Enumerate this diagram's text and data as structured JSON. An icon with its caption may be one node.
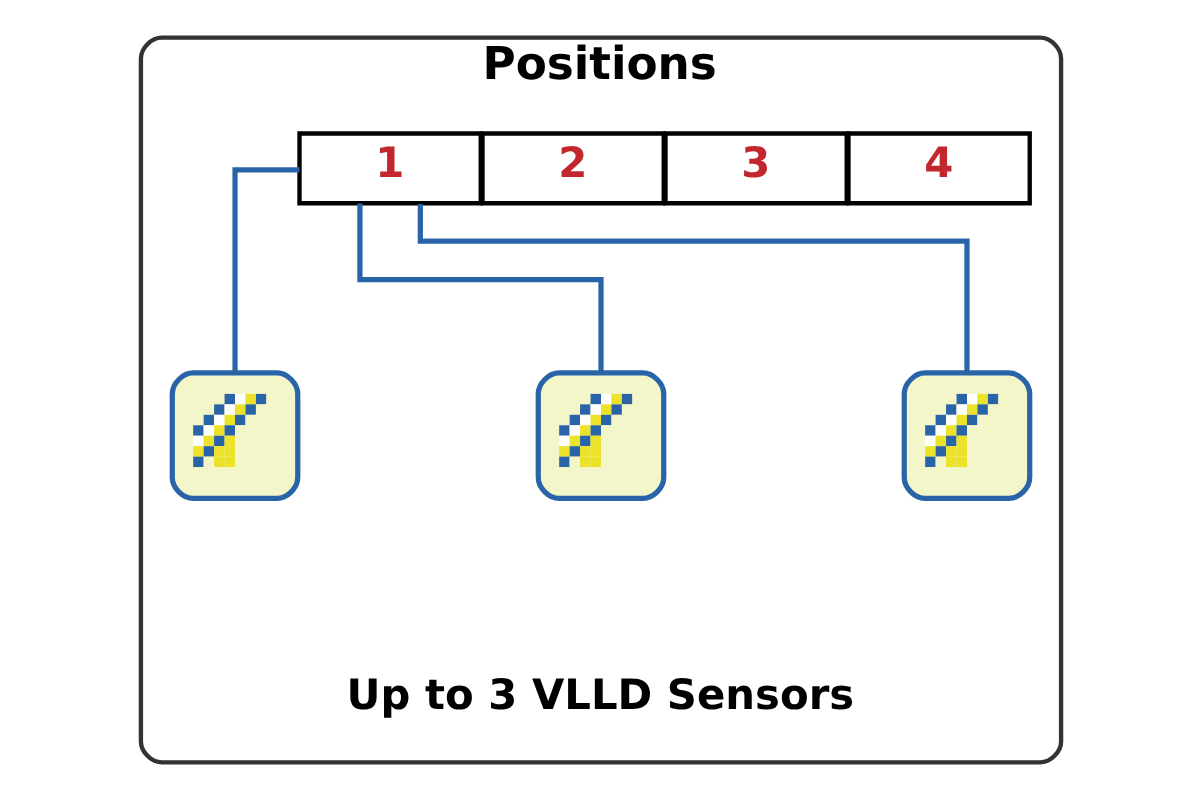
{
  "diagram": {
    "caption": "Up to 3 VLLD Sensors",
    "nodes": [
      {
        "text": [
          "Positions"
        ]
      },
      {
        "text": [
          "1"
        ],
        "in": 0
      },
      {
        "text": [
          "2"
        ],
        "in": 0
      },
      {
        "text": [
          "3"
        ],
        "in": 0
      },
      {
        "text": [
          "4"
        ],
        "in": 0
      },
      {
        "text": [],
        "shape": "picture",
        "in": 0
      },
      {
        "text": [],
        "shape": "picture",
        "in": 0
      },
      {
        "text": [],
        "shape": "picture",
        "in": 0
      }
    ],
    "edges": [
      {
        "from": 1,
        "to": 5,
        "arrow": "none"
      },
      {
        "from": 1,
        "to": 6,
        "arrow": "none"
      },
      {
        "from": 1,
        "to": 7,
        "arrow": "none"
      }
    ]
  }
}
